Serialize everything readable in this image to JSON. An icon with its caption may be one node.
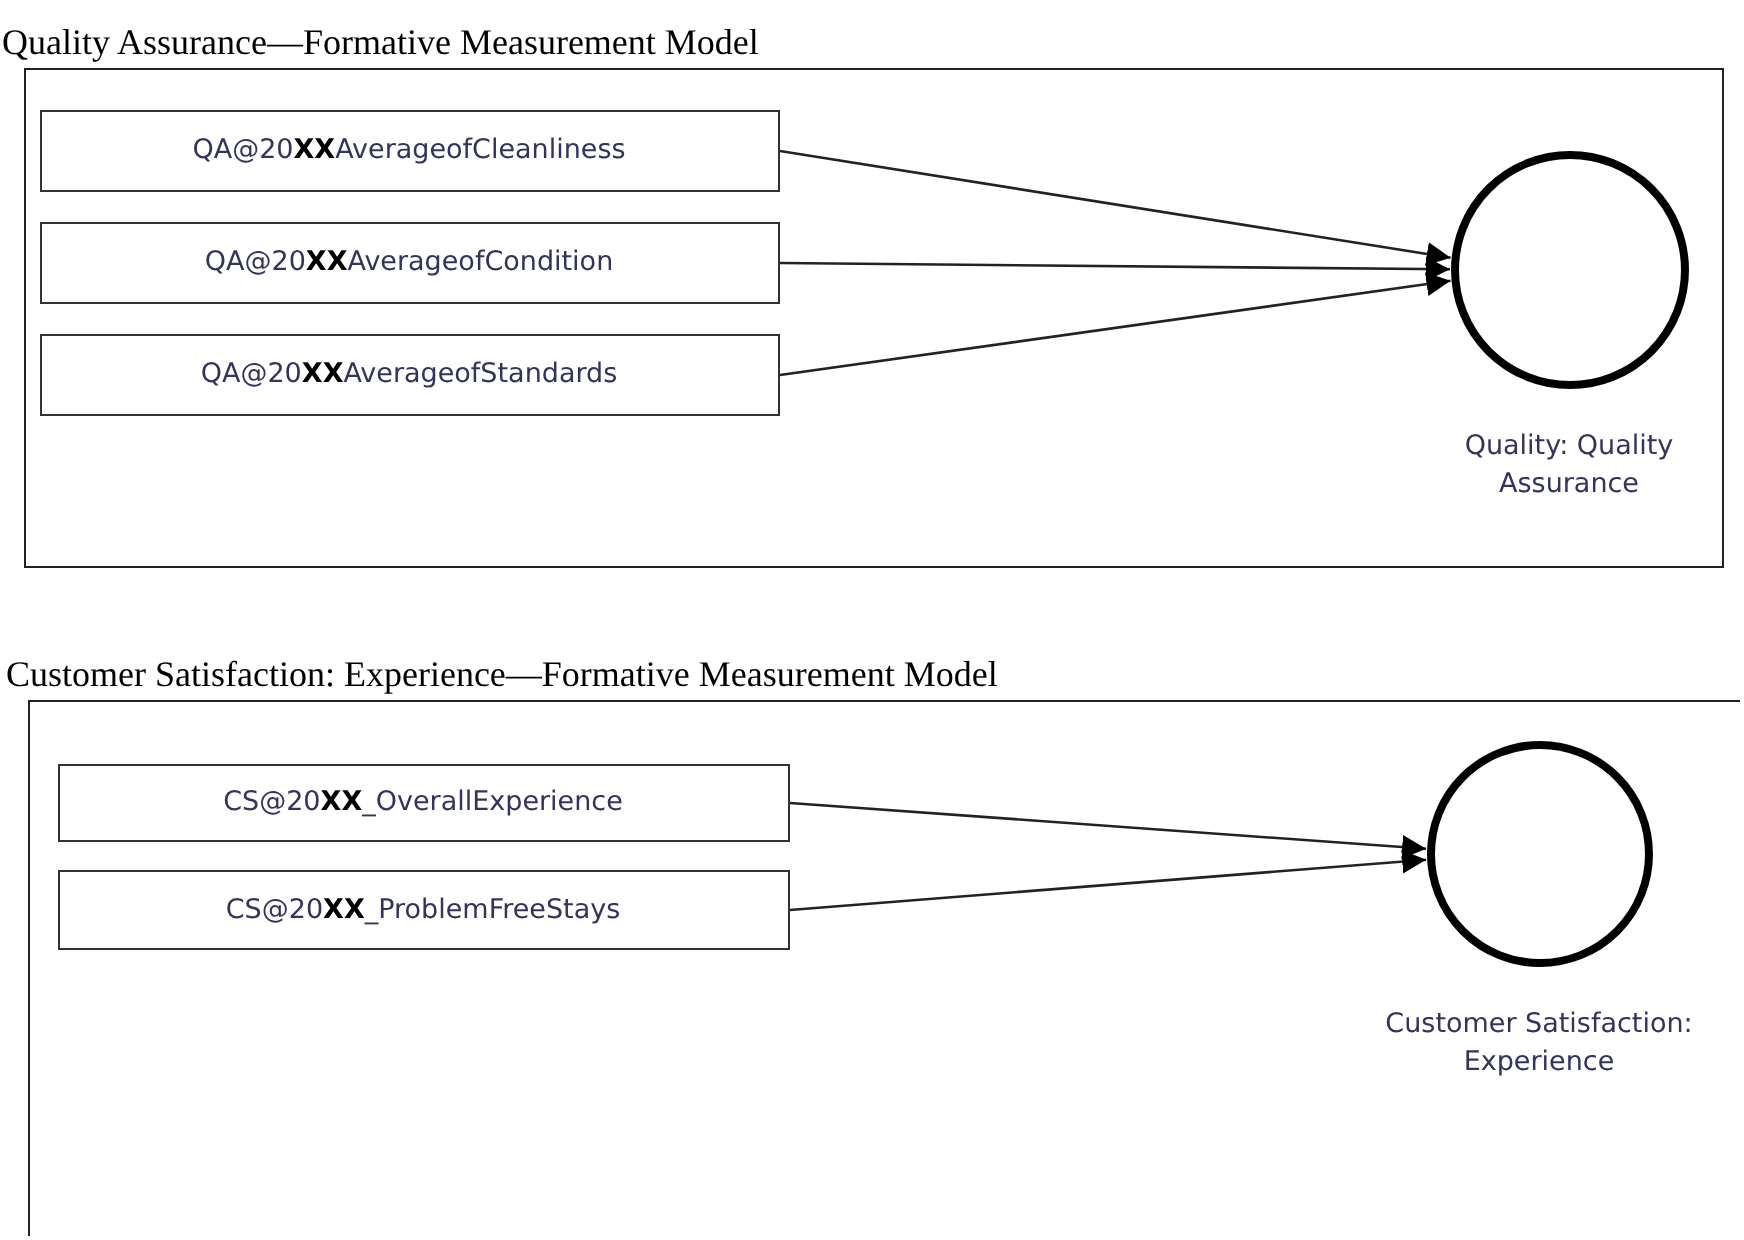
{
  "diagram": {
    "nodes": [
      {
        "text": [
          "Quality Assurance—Formative Measurement Model"
        ]
      },
      {
        "text": [
          "QA@20**XX**AverageofCleanliness"
        ],
        "in": 0
      },
      {
        "text": [
          "QA@20**XX**AverageofCondition"
        ],
        "in": 0
      },
      {
        "text": [
          "QA@20**XX**AverageofStandards"
        ],
        "in": 0
      },
      {
        "text": [],
        "shape": "circle",
        "in": 0,
        "beside": [
          "Quality: Quality Assurance"
        ]
      },
      {
        "text": [
          "Customer Satisfaction: Experience—Formative Measurement Model"
        ]
      },
      {
        "text": [
          "CS@20**XX**_OverallExperience"
        ],
        "in": 5
      },
      {
        "text": [
          "CS@20**XX**_ProblemFreeStays"
        ],
        "in": 5
      },
      {
        "text": [],
        "shape": "circle",
        "in": 5,
        "beside": [
          "Customer Satisfaction: Experience"
        ]
      }
    ],
    "edges": [
      {
        "from": 1,
        "to": 4,
        "arrow": "to"
      },
      {
        "from": 2,
        "to": 4,
        "arrow": "to"
      },
      {
        "from": 3,
        "to": 4,
        "arrow": "to"
      },
      {
        "from": 6,
        "to": 8,
        "arrow": "to"
      },
      {
        "from": 7,
        "to": 8,
        "arrow": "to"
      }
    ]
  }
}
